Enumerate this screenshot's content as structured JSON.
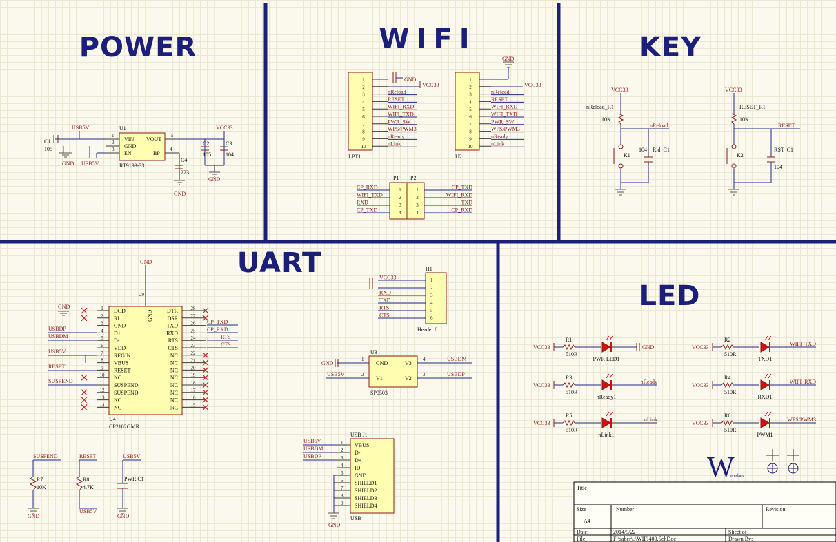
{
  "sections": {
    "power": "POWER",
    "wifi": "WIFI",
    "key": "KEY",
    "uart": "UART",
    "led": "LED"
  },
  "power": {
    "u1": "U1",
    "u1_part": "RT9193-33",
    "pins": [
      "VIN",
      "GND",
      "EN",
      "VOUT",
      "BP"
    ],
    "pin_nums": [
      "1",
      "2",
      "3",
      "5",
      "4"
    ],
    "usb5v": "USB5V",
    "vcc33": "VCC33",
    "gnd": "GND",
    "c1": "C1",
    "c1_val": "105",
    "c2": "C2",
    "c2_val": "105",
    "c3": "C3",
    "c3_val": "104",
    "c4": "C4",
    "c4_val": "223"
  },
  "wifi": {
    "lpt1": "LPT1",
    "u2": "U2",
    "left_nets": [
      "GND",
      "VCC33",
      "nReload",
      "RESET",
      "WIFI_RXD",
      "WIFI_TXD",
      "PWR_SW",
      "WPS/PWM3",
      "nReady",
      "nLink"
    ],
    "pin_nums": [
      "1",
      "2",
      "3",
      "4",
      "5",
      "6",
      "7",
      "8",
      "9",
      "10"
    ],
    "p1": "P1",
    "p2": "P2",
    "p_left": [
      "CP_RXD",
      "WIFI_TXD",
      "RXD",
      "CP_TXD"
    ],
    "p_right": [
      "CP_TXD",
      "WIFI_RXD",
      "TXD",
      "CP_RXD"
    ],
    "p_nums": [
      "1",
      "2",
      "3",
      "4"
    ]
  },
  "key": {
    "vcc33": "VCC33",
    "r1": "nReload_R1",
    "r1_val": "10K",
    "net1": "nReload",
    "k1": "K1",
    "c1": "Rld_C1",
    "c1_val": "104",
    "r2": "RESET_R1",
    "r2_val": "10K",
    "net2": "RESET",
    "k2": "K2",
    "c2": "RST_C1",
    "c2_val": "104"
  },
  "uart": {
    "u4": "U4",
    "u4_part": "CP2102GMR",
    "left_pins": [
      "DCD",
      "RI",
      "GND",
      "D+",
      "D-",
      "VDD",
      "REGIN",
      "VBUS",
      "RESET",
      "NC",
      "SUSPEND",
      "SUSPEND",
      "NC",
      "NC"
    ],
    "left_nums": [
      "1",
      "2",
      "3",
      "4",
      "5",
      "6",
      "7",
      "8",
      "9",
      "10",
      "11",
      "12",
      "13",
      "14"
    ],
    "right_pins": [
      "DTR",
      "DSR",
      "TXD",
      "RXD",
      "RTS",
      "CTS",
      "NC",
      "NC",
      "NC",
      "NC",
      "NC",
      "NC",
      "NC",
      "NC"
    ],
    "right_nums": [
      "28",
      "27",
      "26",
      "25",
      "24",
      "23",
      "22",
      "21",
      "20",
      "19",
      "18",
      "17",
      "16",
      "15"
    ],
    "top_pin": "29",
    "gnd": "GND",
    "left_nets": [
      "GND",
      "USBDP",
      "USBDM",
      "USB5V",
      "RESET",
      "SUSPEND"
    ],
    "right_nets": [
      "CP_TXD",
      "CP_RXD",
      "RTS",
      "CTS"
    ],
    "h1": "H1",
    "h1_part": "Header 6",
    "h1_nets": [
      "VCC33",
      "",
      "RXD",
      "TXD",
      "RTS",
      "CTS"
    ],
    "h1_nums": [
      "1",
      "2",
      "3",
      "4",
      "5",
      "6"
    ],
    "u3": "U3",
    "u3_part": "SP0503",
    "u3_pins": [
      "GND",
      "V1",
      "V3",
      "V2"
    ],
    "u3_nums": [
      "1",
      "2",
      "4",
      "3"
    ],
    "u3_nets": [
      "GND",
      "USB5V",
      "USBDM",
      "USBDP"
    ],
    "usbj1": "USB J1",
    "usb": "USB",
    "usb_pins": [
      "VBUS",
      "D-",
      "D+",
      "ID",
      "GND",
      "SHIELD1",
      "SHIELD2",
      "SHIELD3",
      "SHIELD4"
    ],
    "usb_nums": [
      "1",
      "2",
      "3",
      "4",
      "5",
      "6",
      "7",
      "8",
      "9"
    ],
    "usb_nets": [
      "USB5V",
      "USBDM",
      "USBDP"
    ],
    "r7": "R7",
    "r7_val": "10K",
    "r8": "R8",
    "r8_val": "4.7K",
    "pwrc1": "PWR.C1",
    "bottom_nets": [
      "SUSPEND",
      "RESET",
      "USB5V",
      "GND",
      "USB5V",
      "GND"
    ]
  },
  "led": {
    "rows": [
      {
        "vcc": "VCC33",
        "r": "R1",
        "rv": "510R",
        "d": "PWR LED1",
        "net": "GND"
      },
      {
        "vcc": "VCC33",
        "r": "R3",
        "rv": "510R",
        "d": "nReady1",
        "net": "nReady"
      },
      {
        "vcc": "VCC33",
        "r": "R5",
        "rv": "510R",
        "d": "nLink1",
        "net": "nLink"
      },
      {
        "vcc": "VCC33",
        "r": "R2",
        "rv": "510R",
        "d": "TXD1",
        "net": "WIFI_TXD"
      },
      {
        "vcc": "VCC33",
        "r": "R4",
        "rv": "510R",
        "d": "RXD1",
        "net": "WIFI_RXD"
      },
      {
        "vcc": "VCC33",
        "r": "R6",
        "rv": "510R",
        "d": "PWM1",
        "net": "WPS/PWM3"
      }
    ]
  },
  "logo": {
    "letter": "W",
    "sub": "avesbare"
  },
  "title_block": {
    "title": "Title",
    "size": "Size",
    "size_val": "A4",
    "number": "Number",
    "revision": "Revision",
    "date": "Date:",
    "date_val": "2014/9/22",
    "sheet": "Sheet   of",
    "file": "File:",
    "file_val": "F:\\saber\\..\\WIFI400.SchDoc",
    "drawn": "Drawn By:"
  }
}
